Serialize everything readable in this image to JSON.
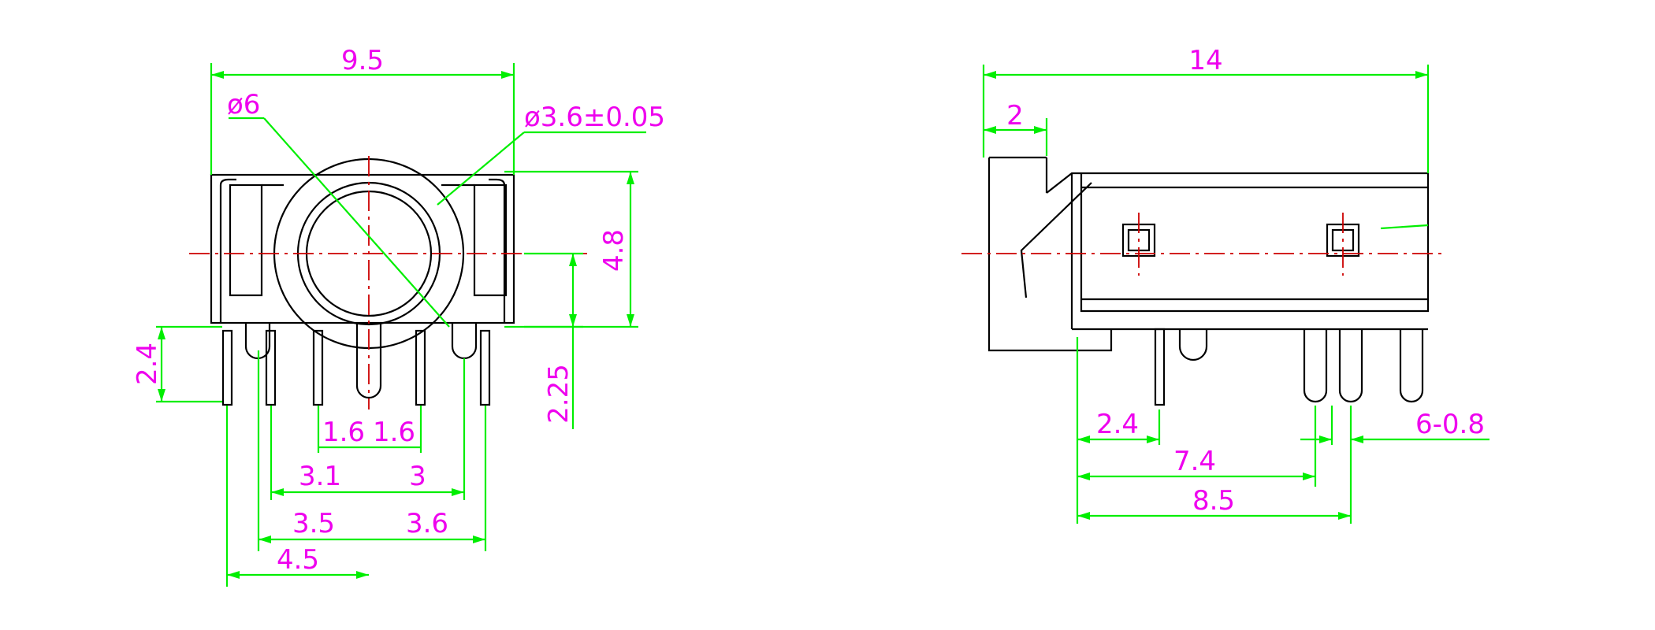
{
  "front_view": {
    "width": "9.5",
    "outer_diameter": "ø6",
    "hole_diameter": "ø3.6±0.05",
    "height": "4.8",
    "pin_length_left": "2.4",
    "pin_length_right": "2.25",
    "pitch_center_left": "1.6",
    "pitch_center_right": "1.6",
    "inner_left": "3.1",
    "inner_right": "3",
    "mid_left": "3.5",
    "mid_right": "3.6",
    "outer_left": "4.5"
  },
  "side_view": {
    "length": "14",
    "flange": "2",
    "pin_offset": "2.4",
    "pin_spacing_a": "7.4",
    "pin_spacing_b": "8.5",
    "pin_count_diameter": "6-0.8"
  },
  "colors": {
    "outline": "#000000",
    "dimension": "#00ee00",
    "centerline": "#cc0000",
    "text": "#ee00ee"
  }
}
